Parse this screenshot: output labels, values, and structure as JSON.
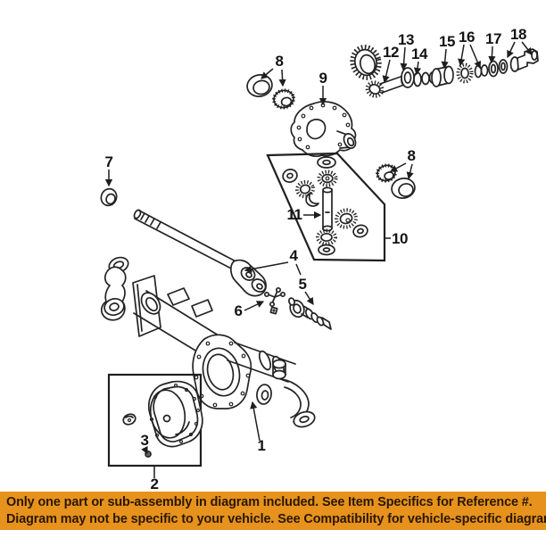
{
  "diagram": {
    "line_color": "#232323",
    "background": "#ffffff",
    "callouts": [
      {
        "ref": "1"
      },
      {
        "ref": "2"
      },
      {
        "ref": "3"
      },
      {
        "ref": "4"
      },
      {
        "ref": "5"
      },
      {
        "ref": "6"
      },
      {
        "ref": "7"
      },
      {
        "ref": "8"
      },
      {
        "ref": "8"
      },
      {
        "ref": "9"
      },
      {
        "ref": "10"
      },
      {
        "ref": "11"
      },
      {
        "ref": "12"
      },
      {
        "ref": "13"
      },
      {
        "ref": "14"
      },
      {
        "ref": "15"
      },
      {
        "ref": "16"
      },
      {
        "ref": "17"
      },
      {
        "ref": "18"
      }
    ]
  },
  "banner": {
    "line1": "Only one part or sub-assembly in diagram included. See Item Specifics for Reference #.",
    "line2": "Diagram may not be specific to your vehicle. See Compatibility for vehicle-specific diagrams.",
    "background_color": "#E6921C",
    "text_color": "#2A1703"
  }
}
